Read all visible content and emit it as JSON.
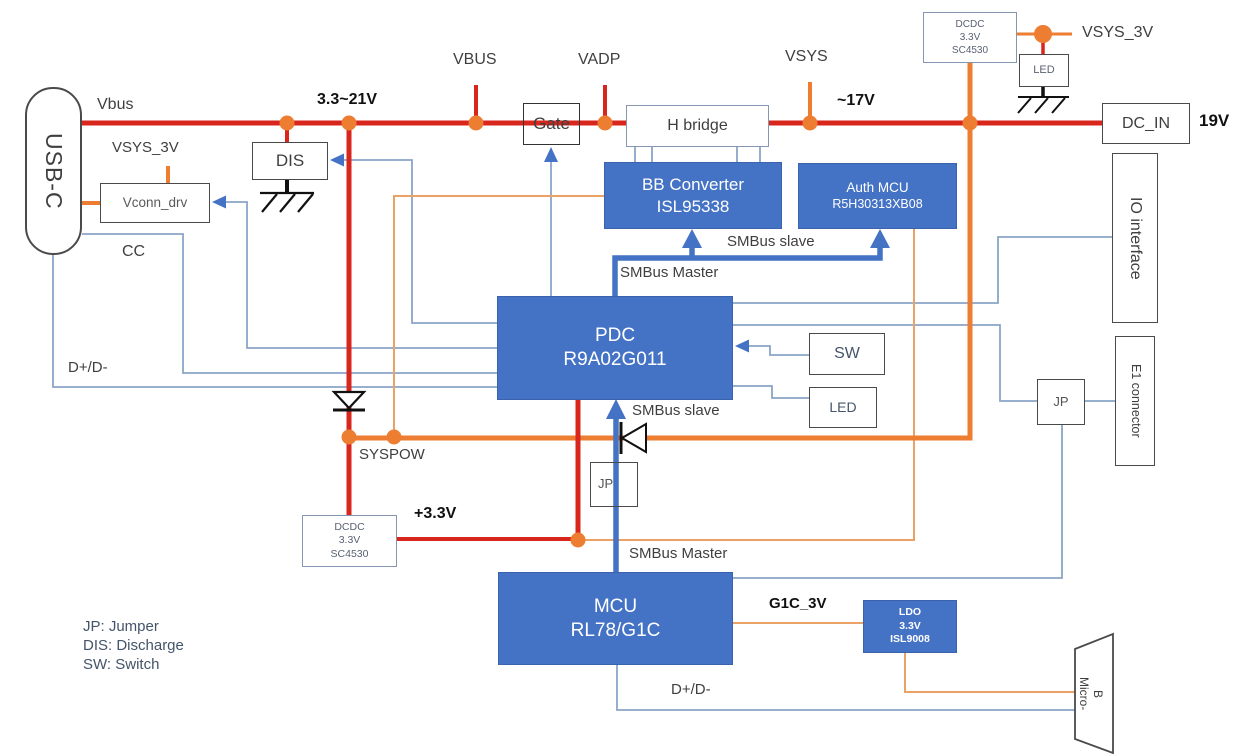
{
  "blocks": {
    "usb_c": {
      "label": "USB-C"
    },
    "vconn_drv": {
      "label": "Vconn_drv"
    },
    "dis": {
      "label": "DIS"
    },
    "gate": {
      "label": "Gate"
    },
    "h_bridge": {
      "label": "H bridge"
    },
    "bb_converter": {
      "line1": "BB Converter",
      "line2": "ISL95338"
    },
    "auth_mcu": {
      "line1": "Auth MCU",
      "line2": "R5H30313XB08"
    },
    "pdc": {
      "line1": "PDC",
      "line2": "R9A02G011"
    },
    "sw": {
      "label": "SW"
    },
    "led_pdc": {
      "label": "LED"
    },
    "dcdc_top": {
      "line1": "DCDC",
      "line2": "3.3V",
      "line3": "SC4530"
    },
    "led_top": {
      "label": "LED"
    },
    "dcdc_bottom": {
      "line1": "DCDC",
      "line2": "3.3V",
      "line3": "SC4530"
    },
    "jp_mid": {
      "label": "JP"
    },
    "jp_right": {
      "label": "JP"
    },
    "mcu": {
      "line1": "MCU",
      "line2": "RL78/G1C"
    },
    "ldo": {
      "line1": "LDO",
      "line2": "3.3V",
      "line3": "ISL9008"
    },
    "dc_in": {
      "label": "DC_IN"
    },
    "io_interface": {
      "label": "IO interface"
    },
    "e1_connector": {
      "label": "E1 connector"
    },
    "micro_b": {
      "line1": "Micro-",
      "line2": "B"
    }
  },
  "nets": {
    "vbus_lower": "Vbus",
    "vsys_3v_left": "VSYS_3V",
    "cc": "CC",
    "dplus_left": "D+/D-",
    "range_3_3_21v": "3.3~21V",
    "vbus_upper": "VBUS",
    "vadp": "VADP",
    "vsys": "VSYS",
    "v17": "~17V",
    "v19": "19V",
    "vsys_3v_right": "VSYS_3V",
    "smbus_slave_top": "SMBus slave",
    "smbus_master_top": "SMBus Master",
    "smbus_slave_bottom": "SMBus slave",
    "smbus_master_bottom": "SMBus Master",
    "syspow": "SYSPOW",
    "p3_3v": "+3.3V",
    "g1c_3v": "G1C_3V",
    "dplus_bottom": "D+/D-"
  },
  "legend": {
    "line1": "JP: Jumper",
    "line2": "DIS: Discharge",
    "line3": "SW: Switch"
  },
  "colors": {
    "power_red": "#d9261c",
    "power_orange": "#ed7d31",
    "power_orange_thin": "#eba267",
    "smbus_blue": "#4472c4",
    "signal_blue": "#8aa5c8",
    "block_blue": "#4472c4"
  }
}
